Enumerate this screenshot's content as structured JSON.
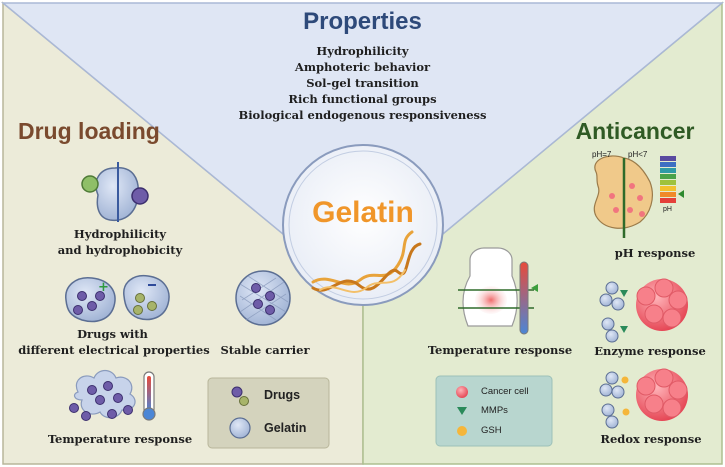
{
  "properties": {
    "title": "Properties",
    "items": [
      "Hydrophilicity",
      "Amphoteric behavior",
      "Sol-gel transition",
      "Rich functional groups",
      "Biological endogenous responsiveness"
    ]
  },
  "center": {
    "title": "Gelatin"
  },
  "drug_loading": {
    "title": "Drug loading",
    "hydro_label_1": "Hydrophilicity",
    "hydro_label_2": "and hydrophobicity",
    "drugs_label_1": "Drugs with",
    "drugs_label_2": "different electrical properties",
    "stable_label": "Stable carrier",
    "temp_label": "Temperature response",
    "legend": {
      "drugs": "Drugs",
      "gelatin": "Gelatin"
    }
  },
  "anticancer": {
    "title": "Anticancer",
    "ph_eq": "pH=7",
    "ph_lt": "pH<7",
    "ph_scale": "pH",
    "ph_label": "pH response",
    "temp_label": "Temperature response",
    "enzyme_label": "Enzyme response",
    "redox_label": "Redox response",
    "legend": {
      "cancer": "Cancer cell",
      "mmps": "MMPs",
      "gsh": "GSH"
    }
  },
  "colors": {
    "properties_bg": "#dfe6f4",
    "drug_loading_bg": "#ecebd9",
    "anticancer_bg": "#e3ebd0",
    "drug_title": "#7a4a2e",
    "anticancer_title": "#2f5a24",
    "gelatin_title": "#f0962a"
  }
}
